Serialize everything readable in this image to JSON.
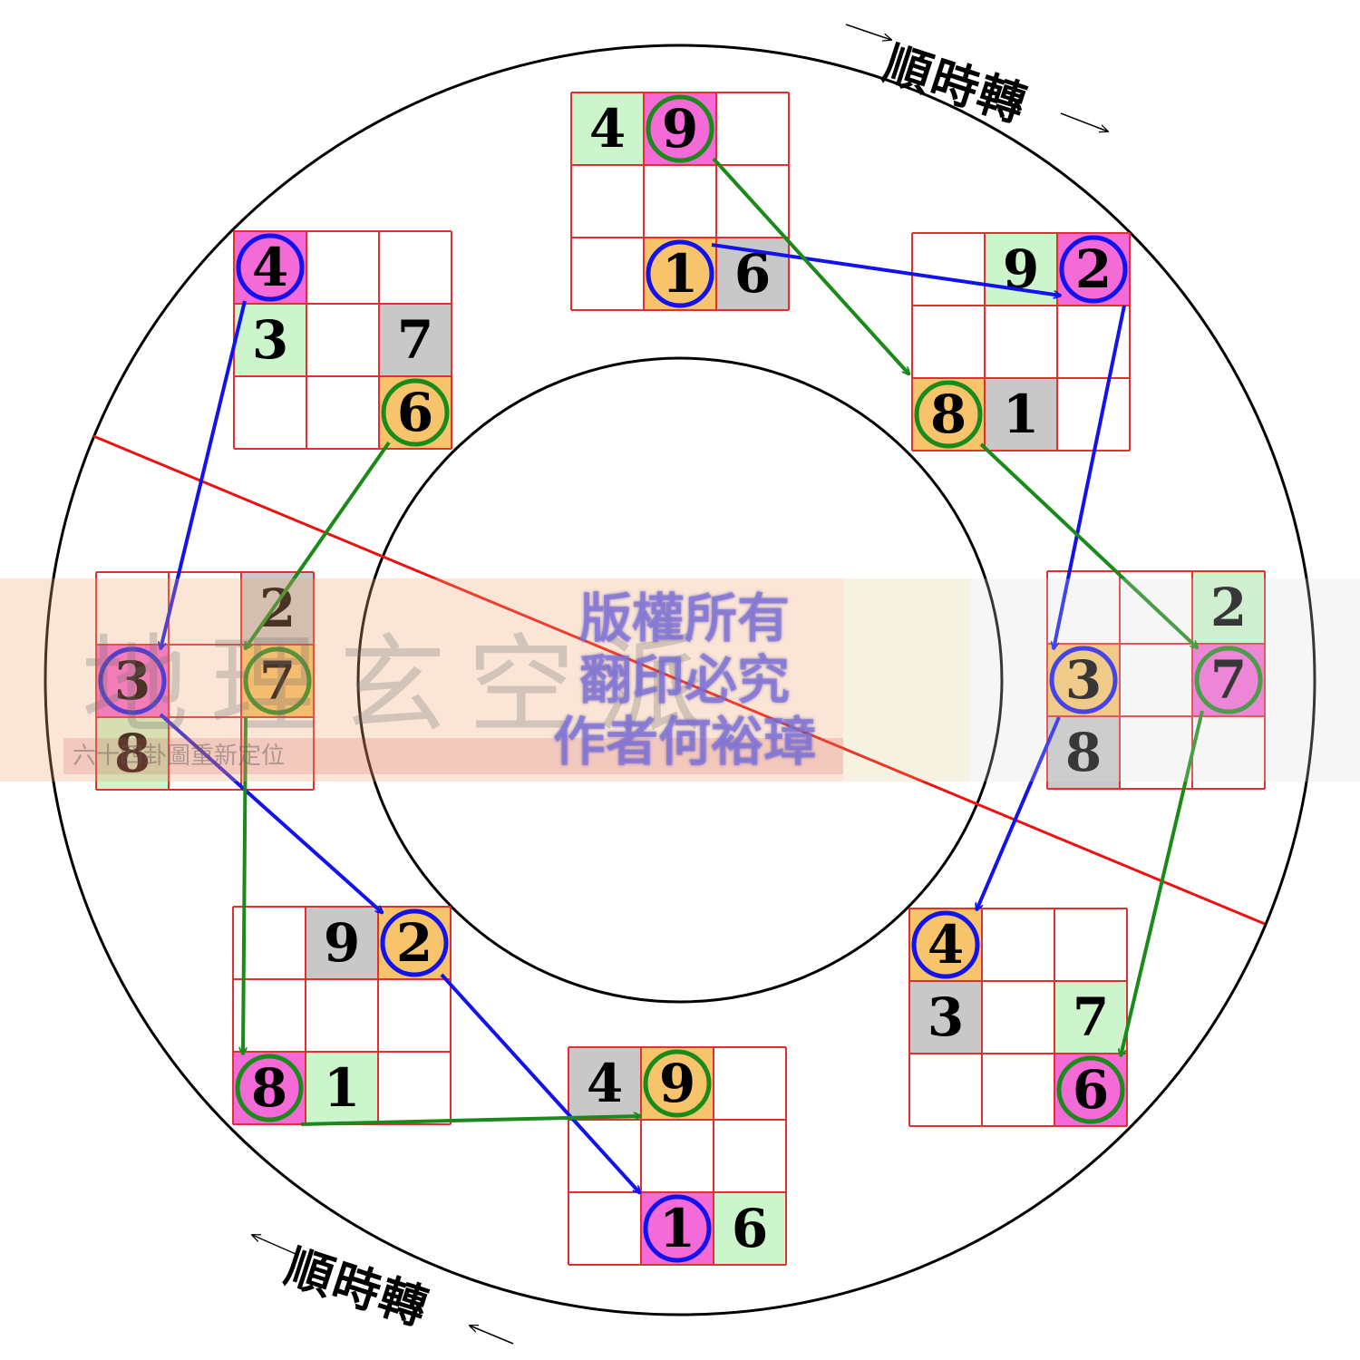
{
  "captions": {
    "top": "順時轉",
    "bottom": "順時轉"
  },
  "watermark": {
    "left_text": "地理玄空派",
    "strip_text": "六十四卦圖重新定位",
    "copyright_lines": [
      "版權所有",
      "翻印必究",
      "作者何裕璋"
    ]
  },
  "colors": {
    "green_cell": "#ccf5cc",
    "magenta_cell": "#f46ad6",
    "orange_cell": "#f7c46c",
    "gray_cell": "#c8c8c8",
    "grid_line": "#e03030",
    "blue_arrow": "#1212ee",
    "green_arrow": "#1a8a1a",
    "divider_line": "#ee1111"
  },
  "grids": [
    {
      "id": "top",
      "cells": [
        {
          "r": 0,
          "c": 0,
          "v": "4",
          "fill": "green"
        },
        {
          "r": 0,
          "c": 1,
          "v": "9",
          "fill": "magenta",
          "ring": "green"
        },
        {
          "r": 2,
          "c": 1,
          "v": "1",
          "fill": "orange",
          "ring": "blue"
        },
        {
          "r": 2,
          "c": 2,
          "v": "6",
          "fill": "gray"
        }
      ]
    },
    {
      "id": "upper-right",
      "cells": [
        {
          "r": 0,
          "c": 1,
          "v": "9",
          "fill": "green"
        },
        {
          "r": 0,
          "c": 2,
          "v": "2",
          "fill": "magenta",
          "ring": "blue"
        },
        {
          "r": 2,
          "c": 0,
          "v": "8",
          "fill": "orange",
          "ring": "green"
        },
        {
          "r": 2,
          "c": 1,
          "v": "1",
          "fill": "gray"
        }
      ]
    },
    {
      "id": "right",
      "cells": [
        {
          "r": 0,
          "c": 2,
          "v": "2",
          "fill": "green"
        },
        {
          "r": 1,
          "c": 0,
          "v": "3",
          "fill": "orange",
          "ring": "blue"
        },
        {
          "r": 1,
          "c": 2,
          "v": "7",
          "fill": "magenta",
          "ring": "green"
        },
        {
          "r": 2,
          "c": 0,
          "v": "8",
          "fill": "gray"
        }
      ]
    },
    {
      "id": "lower-right",
      "cells": [
        {
          "r": 0,
          "c": 0,
          "v": "4",
          "fill": "orange",
          "ring": "blue"
        },
        {
          "r": 1,
          "c": 0,
          "v": "3",
          "fill": "gray"
        },
        {
          "r": 1,
          "c": 2,
          "v": "7",
          "fill": "green"
        },
        {
          "r": 2,
          "c": 2,
          "v": "6",
          "fill": "magenta",
          "ring": "green"
        }
      ]
    },
    {
      "id": "bottom",
      "cells": [
        {
          "r": 0,
          "c": 0,
          "v": "4",
          "fill": "gray"
        },
        {
          "r": 0,
          "c": 1,
          "v": "9",
          "fill": "orange",
          "ring": "green"
        },
        {
          "r": 2,
          "c": 1,
          "v": "1",
          "fill": "magenta",
          "ring": "blue"
        },
        {
          "r": 2,
          "c": 2,
          "v": "6",
          "fill": "green"
        }
      ]
    },
    {
      "id": "lower-left",
      "cells": [
        {
          "r": 0,
          "c": 1,
          "v": "9",
          "fill": "gray"
        },
        {
          "r": 0,
          "c": 2,
          "v": "2",
          "fill": "orange",
          "ring": "blue"
        },
        {
          "r": 2,
          "c": 0,
          "v": "8",
          "fill": "magenta",
          "ring": "green"
        },
        {
          "r": 2,
          "c": 1,
          "v": "1",
          "fill": "green"
        }
      ]
    },
    {
      "id": "left",
      "cells": [
        {
          "r": 0,
          "c": 2,
          "v": "2",
          "fill": "gray"
        },
        {
          "r": 1,
          "c": 0,
          "v": "3",
          "fill": "magenta",
          "ring": "blue"
        },
        {
          "r": 1,
          "c": 2,
          "v": "7",
          "fill": "orange",
          "ring": "green"
        },
        {
          "r": 2,
          "c": 0,
          "v": "8",
          "fill": "green"
        }
      ]
    },
    {
      "id": "upper-left",
      "cells": [
        {
          "r": 0,
          "c": 0,
          "v": "4",
          "fill": "magenta",
          "ring": "blue"
        },
        {
          "r": 1,
          "c": 0,
          "v": "3",
          "fill": "green"
        },
        {
          "r": 1,
          "c": 2,
          "v": "7",
          "fill": "gray"
        },
        {
          "r": 2,
          "c": 2,
          "v": "6",
          "fill": "orange",
          "ring": "green"
        }
      ]
    }
  ]
}
